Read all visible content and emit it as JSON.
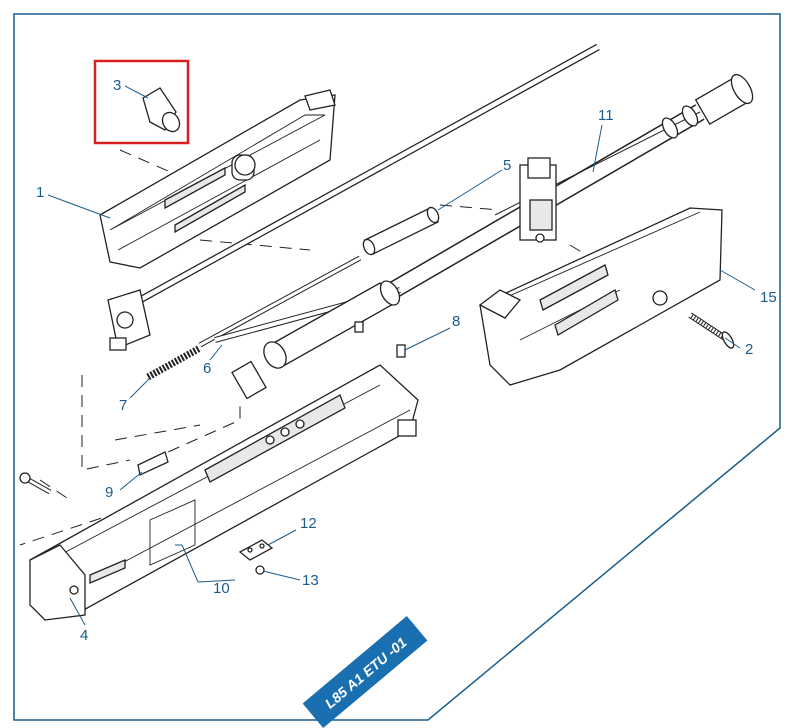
{
  "diagram": {
    "badge_text": "L85 A1 ETU -01",
    "colors": {
      "frame": "#1a5c8c",
      "callout": "#1a5c8c",
      "highlight": "#d92020",
      "badge_bg": "#1a6fb0",
      "badge_text": "#ffffff"
    },
    "callouts": [
      {
        "id": "c1",
        "label": "1"
      },
      {
        "id": "c2",
        "label": "2"
      },
      {
        "id": "c3",
        "label": "3"
      },
      {
        "id": "c4",
        "label": "4"
      },
      {
        "id": "c5",
        "label": "5"
      },
      {
        "id": "c6",
        "label": "6"
      },
      {
        "id": "c7",
        "label": "7"
      },
      {
        "id": "c8",
        "label": "8"
      },
      {
        "id": "c9",
        "label": "9"
      },
      {
        "id": "c10",
        "label": "10"
      },
      {
        "id": "c11",
        "label": "11"
      },
      {
        "id": "c12",
        "label": "12"
      },
      {
        "id": "c13",
        "label": "13"
      },
      {
        "id": "c15",
        "label": "15"
      }
    ]
  }
}
